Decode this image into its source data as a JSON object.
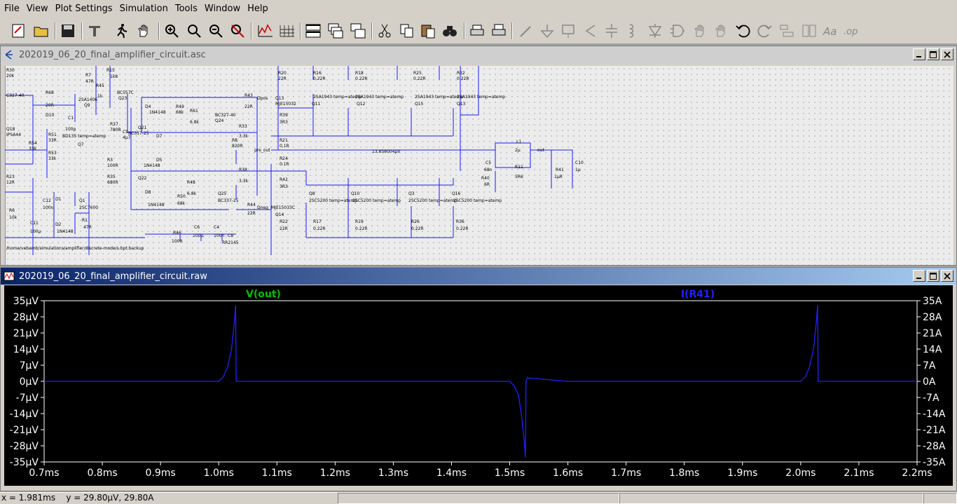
{
  "menu": [
    "File",
    "View",
    "Plot Settings",
    "Simulation",
    "Tools",
    "Window",
    "Help"
  ],
  "toolbar_icons": [
    "new-schematic-icon",
    "open-icon",
    "save-icon",
    "control-panel-icon",
    "run-icon",
    "pan-hand-icon",
    "zoom-in-icon",
    "zoom-fit-icon",
    "zoom-out-icon",
    "zoom-cancel-icon",
    "autorange-icon",
    "grid-icon",
    "tile-horizontal-icon",
    "cascade-icon",
    "tile-vertical-icon",
    "cut-icon",
    "copy-icon",
    "paste-icon",
    "find-icon",
    "print-preview-icon",
    "print-icon",
    "draw-wire-icon",
    "ground-icon",
    "label-net-icon",
    "resistor-icon",
    "capacitor-icon",
    "inductor-icon",
    "diode-icon",
    "component-icon",
    "move-icon",
    "drag-icon",
    "undo-icon",
    "redo-icon",
    "rotate-icon",
    "mirror-icon",
    "text-icon",
    "spice-directive-icon"
  ],
  "schematic_window": {
    "title": "202019_06_20_final_amplifier_circuit.asc",
    "labels": {
      "r30": "R30",
      "r30v": "20k",
      "c827": "C327-40",
      "r68": "R68",
      "r68v": "20R",
      "q2sa": "2SA1406",
      "q9": "Q9",
      "r7": "R7",
      "r7v": "47R",
      "r45": "R45",
      "r45v": "1k",
      "r15": "R15",
      "r15v": "1k8",
      "bc557": "BC557C",
      "q23": "Q23",
      "r20": "R20",
      "r20v": "22R",
      "r16": "R16",
      "r16v": "0.22R",
      "r18": "R18",
      "r18v": "0.22R",
      "r25": "R25",
      "r25v": "0.22R",
      "r32": "R32",
      "r32v": "0.22R",
      "r43": "R43",
      "r43v": "22R",
      "dpos": "Dpos",
      "q13": "Q13",
      "mje": "MJE15032",
      "q2sa1943a": "2SA1943 temp=atemp",
      "q2sa1943b": "2SA1943 temp=atemp",
      "q2sa1943c": "2SA1943 temp=atemp",
      "q2sa1943d": "2SA1943 temp=atemp",
      "q11": "Q11",
      "q12": "Q12",
      "q15": "Q15",
      "q13b": "Q13",
      "d4": "D4",
      "d4v": "1N4148",
      "r49": "R49",
      "r49v": "68k",
      "r61": "R61",
      "r61v": "6.8k",
      "bc327a": "BC327-40",
      "q24": "Q24",
      "r39": "R39",
      "r39v": "3R3",
      "r33": "R33",
      "r33v": "3.3k",
      "d10": "D10",
      "c1": "C1",
      "c1v": "100p",
      "r37": "R37",
      "r37v": "780R",
      "r51": "R51",
      "r51v": "33R",
      "bd135": "BD135 temp=atemp",
      "q21": "Q21",
      "bc337a": "BC337-25",
      "d7": "D7",
      "r21": "R21",
      "r21v": "0.1R",
      "pre_out": "pre_out",
      "volt": "13.858004μV",
      "l1": "L1",
      "l1v": "2μ",
      "out": "out",
      "r54": "R54",
      "r54v": "33k",
      "r53": "R53",
      "r53v": "33k",
      "q7": "Q7",
      "r3": "R3",
      "r3v": "100R",
      "c9": "C9",
      "c9v": "4μ7",
      "d5": "D5",
      "d5v": "1N4148",
      "r8": "R8",
      "r8v": "820R",
      "r24": "R24",
      "r24v": "0.1R",
      "c5": "C5",
      "c5v": "68n",
      "r40": "R40",
      "r40v": "6R",
      "r11": "R11",
      "r11v": "5R6",
      "r41": "R41",
      "r41v": "1μR",
      "c10": "C10",
      "c10v": "1μ",
      "r23": "R23",
      "r23v": "12R",
      "r35": "R35",
      "r35v": "680R",
      "q22": "Q22",
      "r38": "R38",
      "r38v": "3.3k",
      "r42": "R42",
      "r42v": "3R3",
      "r48": "R48",
      "r48v": "6.8k",
      "q25": "Q25",
      "bc337b": "BC337-25",
      "q8": "Q8",
      "q10": "Q10",
      "q3": "Q3",
      "q16": "Q16",
      "s2sc5200a": "2SC5200 temp=atemp",
      "s2sc5200b": "2SC5200 temp=atemp",
      "s2sc5200c": "2SC5200 temp=atemp",
      "s2sc5200d": "2SC5200 temp=atemp",
      "q1": "Q1",
      "q1v": "2SC7600",
      "r50": "R50",
      "r50v": "68k",
      "d8": "D8",
      "d8v": "1N4148",
      "r44": "R44",
      "r44v": "22R",
      "dneg": "Dneg",
      "mje2": "MJE15033C",
      "q14": "Q14",
      "r6": "R6",
      "r6v": "10k",
      "c12": "C12",
      "c12v": "100n",
      "d1": "D1",
      "d2": "D2",
      "d2v": "1N4148",
      "r1": "R1",
      "r1v": "47R",
      "r22": "R22",
      "r22v": "22R",
      "r17": "R17",
      "r17v": "0.22R",
      "r19": "R19",
      "r19v": "0.22R",
      "r26": "R26",
      "r26v": "0.22R",
      "r36": "R36",
      "r36v": "0.22R",
      "c11": "C11",
      "c11v": "100μ",
      "r46": "R46",
      "r46v": "100R",
      "c6": "C6",
      "c6v": "100μ",
      "c4": "C4",
      "c4v": "100n",
      "c8": "C8",
      "rr": "RR2145",
      "q18": "Q18",
      "qpsa": "IPSA44",
      "path": "/home/vebamb/simulations/amplifier/discrete-mode/s.bpt.backup"
    }
  },
  "plot_window": {
    "title": "202019_06_20_final_amplifier_circuit.raw",
    "trace_left": "V(out)",
    "trace_right": "I(R41)"
  },
  "chart_data": {
    "type": "line",
    "title": "",
    "xlabel": "",
    "ylabel": "",
    "x_ticks": [
      "0.7ms",
      "0.8ms",
      "0.9ms",
      "1.0ms",
      "1.1ms",
      "1.2ms",
      "1.3ms",
      "1.4ms",
      "1.5ms",
      "1.6ms",
      "1.7ms",
      "1.8ms",
      "1.9ms",
      "2.0ms",
      "2.1ms",
      "2.2ms"
    ],
    "y_ticks_left": [
      "35μV",
      "28μV",
      "21μV",
      "14μV",
      "7μV",
      "0μV",
      "-7μV",
      "-14μV",
      "-21μV",
      "-28μV",
      "-35μV"
    ],
    "y_ticks_right": [
      "35A",
      "28A",
      "21A",
      "14A",
      "7A",
      "0A",
      "-7A",
      "-14A",
      "-21A",
      "-28A",
      "-35A"
    ],
    "xlim": [
      0.7,
      2.2
    ],
    "ylim": [
      -35,
      35
    ],
    "grid": false,
    "series": [
      {
        "name": "V(out)",
        "color": "#2020ff",
        "x": [
          0.7,
          1.0,
          1.008,
          1.015,
          1.022,
          1.027,
          1.029,
          1.03,
          1.1,
          1.5,
          1.508,
          1.515,
          1.52,
          1.525,
          1.527,
          1.528,
          1.53,
          1.6,
          2.0,
          2.008,
          2.015,
          2.022,
          2.027,
          2.029,
          2.03,
          2.2
        ],
        "y": [
          0,
          0,
          2,
          6,
          14,
          26,
          33,
          0,
          0,
          0,
          -2,
          -6,
          -14,
          -26,
          -33,
          0,
          1.5,
          0,
          0,
          2,
          6,
          14,
          26,
          33,
          0,
          0
        ]
      }
    ]
  },
  "status": {
    "text": "x = 1.981ms    y = 29.80μV, 29.80A"
  },
  "colors": {
    "trace_label_left": "#00c000",
    "trace_label_right": "#2020ff",
    "wire": "#1a1aff",
    "plot_bg": "#000000"
  }
}
